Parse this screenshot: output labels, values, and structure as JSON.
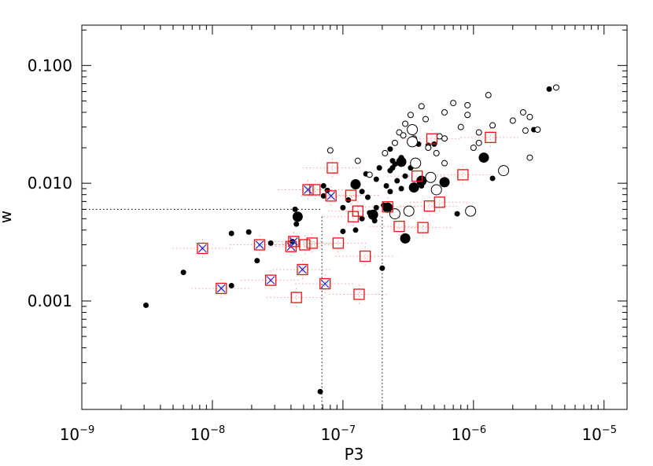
{
  "chart_data": {
    "type": "scatter",
    "title": "",
    "xlabel": "P3",
    "ylabel": "w",
    "xscale": "log",
    "yscale": "log",
    "xlim": [
      1e-09,
      1.5e-05
    ],
    "ylim": [
      0.00012,
      0.22
    ],
    "x_ticks": [
      {
        "value": 1e-09,
        "base": "10",
        "exp": "−9"
      },
      {
        "value": 1e-08,
        "base": "10",
        "exp": "−8"
      },
      {
        "value": 1e-07,
        "base": "10",
        "exp": "−7"
      },
      {
        "value": 1e-06,
        "base": "10",
        "exp": "−6"
      },
      {
        "value": 1e-05,
        "base": "10",
        "exp": "−5"
      }
    ],
    "y_ticks": [
      {
        "value": 0.001,
        "label": "0.001"
      },
      {
        "value": 0.01,
        "label": "0.010"
      },
      {
        "value": 0.1,
        "label": "0.100"
      }
    ],
    "reference_lines": [
      {
        "type": "horizontal",
        "y": 0.006,
        "x_to": 6.9e-08
      },
      {
        "type": "vertical",
        "x": 6.9e-08,
        "y_to": 0.0052
      },
      {
        "type": "vertical",
        "x": 2e-07,
        "y_to": 0.0052
      }
    ],
    "series": [
      {
        "marker": "filled-circle-small",
        "color": "#000000",
        "points": [
          [
            3.1e-09,
            0.00092
          ],
          [
            6e-09,
            0.00175
          ],
          [
            1.4e-08,
            0.00375
          ],
          [
            1.4e-08,
            0.00135
          ],
          [
            1.9e-08,
            0.00385
          ],
          [
            2.2e-08,
            0.0022
          ],
          [
            2.8e-08,
            0.0031
          ],
          [
            4.1e-08,
            0.0032
          ],
          [
            4.3e-08,
            0.006
          ],
          [
            4.4e-08,
            0.0045
          ],
          [
            6.7e-08,
            0.00017
          ],
          [
            7.1e-08,
            0.0078
          ],
          [
            7.1e-08,
            0.0095
          ],
          [
            7.6e-08,
            0.0087
          ],
          [
            1e-07,
            0.0039
          ],
          [
            1e-07,
            0.0062
          ],
          [
            1.1e-07,
            0.0072
          ],
          [
            1.25e-07,
            0.004
          ],
          [
            1.4e-07,
            0.005
          ],
          [
            1.4e-07,
            0.0085
          ],
          [
            1.5e-07,
            0.012
          ],
          [
            1.55e-07,
            0.0076
          ],
          [
            1.6e-07,
            0.0056
          ],
          [
            1.7e-07,
            0.0052
          ],
          [
            1.8e-07,
            0.0062
          ],
          [
            1.75e-07,
            0.0048
          ],
          [
            1.8e-07,
            0.0108
          ],
          [
            1.9e-07,
            0.0135
          ],
          [
            2e-07,
            0.0019
          ],
          [
            2.05e-07,
            0.0065
          ],
          [
            2.15e-07,
            0.0095
          ],
          [
            2.3e-07,
            0.0085
          ],
          [
            2.3e-07,
            0.0128
          ],
          [
            2.4e-07,
            0.0135
          ],
          [
            2.4e-07,
            0.0155
          ],
          [
            2.3e-07,
            0.0195
          ],
          [
            2.5e-07,
            0.0145
          ],
          [
            2.6e-07,
            0.0105
          ],
          [
            2.8e-07,
            0.0165
          ],
          [
            2.8e-07,
            0.009
          ],
          [
            3e-07,
            0.0115
          ],
          [
            3.3e-07,
            0.0135
          ],
          [
            3.6e-07,
            0.009
          ],
          [
            3.8e-07,
            0.0215
          ],
          [
            4.5e-07,
            0.021
          ],
          [
            5e-07,
            0.0215
          ],
          [
            4e-07,
            0.0095
          ],
          [
            7.5e-07,
            0.0055
          ],
          [
            1.4e-06,
            0.011
          ],
          [
            2.9e-06,
            0.0285
          ],
          [
            3.8e-06,
            0.063
          ]
        ]
      },
      {
        "marker": "filled-circle-large",
        "color": "#000000",
        "points": [
          [
            4.5e-08,
            0.0052
          ],
          [
            1.25e-07,
            0.0098
          ],
          [
            1.7e-07,
            0.0054
          ],
          [
            2.2e-07,
            0.0062
          ],
          [
            2.8e-07,
            0.0152
          ],
          [
            3e-07,
            0.0034
          ],
          [
            3.5e-07,
            0.0092
          ],
          [
            4e-07,
            0.0105
          ],
          [
            6e-07,
            0.0102
          ],
          [
            1.2e-06,
            0.0165
          ]
        ]
      },
      {
        "marker": "open-circle-small",
        "color": "#000000",
        "points": [
          [
            8e-08,
            0.019
          ],
          [
            1.3e-07,
            0.0155
          ],
          [
            1.6e-07,
            0.0118
          ],
          [
            2.1e-07,
            0.018
          ],
          [
            2.5e-07,
            0.022
          ],
          [
            2.7e-07,
            0.027
          ],
          [
            2.9e-07,
            0.0255
          ],
          [
            3e-07,
            0.032
          ],
          [
            3.3e-07,
            0.038
          ],
          [
            3.5e-07,
            0.024
          ],
          [
            4e-07,
            0.045
          ],
          [
            4.3e-07,
            0.035
          ],
          [
            4.5e-07,
            0.02
          ],
          [
            5.2e-07,
            0.018
          ],
          [
            5.5e-07,
            0.025
          ],
          [
            6e-07,
            0.0148
          ],
          [
            6e-07,
            0.04
          ],
          [
            6e-07,
            0.024
          ],
          [
            7e-07,
            0.048
          ],
          [
            8e-07,
            0.03
          ],
          [
            9e-07,
            0.046
          ],
          [
            9e-07,
            0.038
          ],
          [
            1e-06,
            0.02
          ],
          [
            1.1e-06,
            0.027
          ],
          [
            1.1e-06,
            0.022
          ],
          [
            1.3e-06,
            0.056
          ],
          [
            1.4e-06,
            0.031
          ],
          [
            2e-06,
            0.034
          ],
          [
            2.4e-06,
            0.04
          ],
          [
            2.5e-06,
            0.028
          ],
          [
            2.7e-06,
            0.0165
          ],
          [
            2.7e-06,
            0.0365
          ],
          [
            3.1e-06,
            0.0285
          ],
          [
            4.3e-06,
            0.065
          ]
        ]
      },
      {
        "marker": "open-circle-large",
        "color": "#000000",
        "points": [
          [
            2.5e-07,
            0.0055
          ],
          [
            3.2e-07,
            0.0058
          ],
          [
            3.4e-07,
            0.0285
          ],
          [
            3.4e-07,
            0.0225
          ],
          [
            3.6e-07,
            0.0148
          ],
          [
            4.7e-07,
            0.0112
          ],
          [
            5.2e-07,
            0.0088
          ],
          [
            1.7e-06,
            0.0128
          ],
          [
            9.5e-07,
            0.0058
          ]
        ]
      },
      {
        "marker": "red-square",
        "color": "#ee1111",
        "points": [
          [
            8.3e-08,
            0.0135
          ],
          [
            5.8e-08,
            0.0031
          ],
          [
            6.1e-08,
            0.0088
          ],
          [
            5.1e-08,
            0.003
          ],
          [
            4.4e-08,
            0.00107
          ],
          [
            9.2e-08,
            0.0031
          ],
          [
            1.15e-07,
            0.0079
          ],
          [
            1.2e-07,
            0.0052
          ],
          [
            1.3e-07,
            0.0058
          ],
          [
            1.33e-07,
            0.00114
          ],
          [
            1.48e-07,
            0.0024
          ],
          [
            2.2e-07,
            0.0063
          ],
          [
            2.7e-07,
            0.0043
          ],
          [
            3.7e-07,
            0.0115
          ],
          [
            4.1e-07,
            0.0042
          ],
          [
            4.6e-07,
            0.0064
          ],
          [
            4.8e-07,
            0.0238
          ],
          [
            5.5e-07,
            0.0069
          ],
          [
            8.3e-07,
            0.0118
          ],
          [
            1.35e-06,
            0.0245
          ]
        ]
      },
      {
        "marker": "red-square-blue-x",
        "color": "#ee1111",
        "cross_color": "#2222cc",
        "points": [
          [
            8.4e-09,
            0.0028
          ],
          [
            1.17e-08,
            0.00128
          ],
          [
            2.3e-08,
            0.003
          ],
          [
            2.8e-08,
            0.0015
          ],
          [
            4e-08,
            0.0029
          ],
          [
            4.2e-08,
            0.0032
          ],
          [
            4.9e-08,
            0.00185
          ],
          [
            5.4e-08,
            0.0088
          ],
          [
            7.3e-08,
            0.0014
          ],
          [
            8.1e-08,
            0.0078
          ]
        ]
      }
    ]
  }
}
